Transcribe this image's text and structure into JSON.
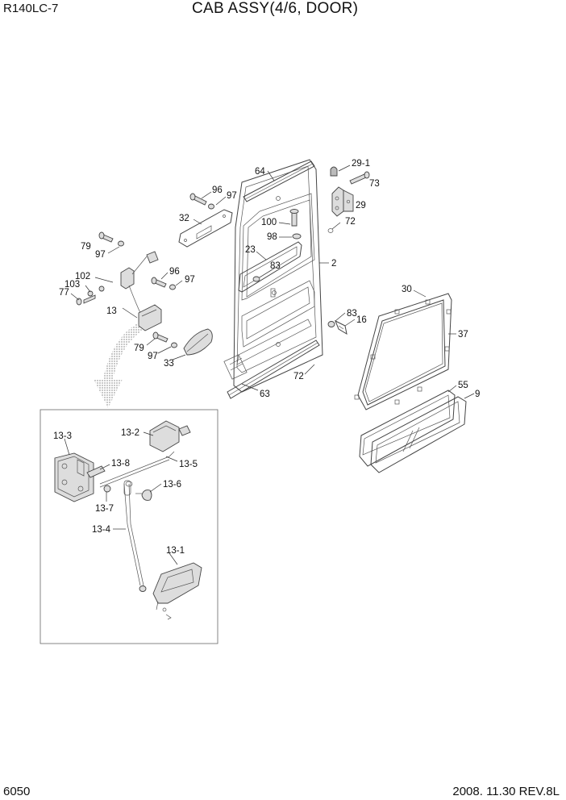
{
  "header": {
    "model": "R140LC-7",
    "title": "CAB ASSY(4/6, DOOR)"
  },
  "footer": {
    "page_number": "6050",
    "revision": "2008. 11.30  REV.8L"
  },
  "callouts": {
    "p64": "64",
    "p29_1": "29-1",
    "p73": "73",
    "p96a": "96",
    "p97a": "97",
    "p29": "29",
    "p32": "32",
    "p100": "100",
    "p72a": "72",
    "p98": "98",
    "p79a": "79",
    "p97b": "97",
    "p23": "23",
    "p83a": "83",
    "p2": "2",
    "p102": "102",
    "p96b": "96",
    "p103": "103",
    "p97c": "97",
    "p77": "77",
    "p13": "13",
    "p30": "30",
    "p83b": "83",
    "p16": "16",
    "p37": "37",
    "p79b": "79",
    "p97d": "97",
    "p33": "33",
    "p72b": "72",
    "p63": "63",
    "p55": "55",
    "p9": "9",
    "p13_3": "13-3",
    "p13_2": "13-2",
    "p13_8": "13-8",
    "p13_5": "13-5",
    "p13_6": "13-6",
    "p13_7": "13-7",
    "p13_4": "13-4",
    "p13_1": "13-1"
  }
}
